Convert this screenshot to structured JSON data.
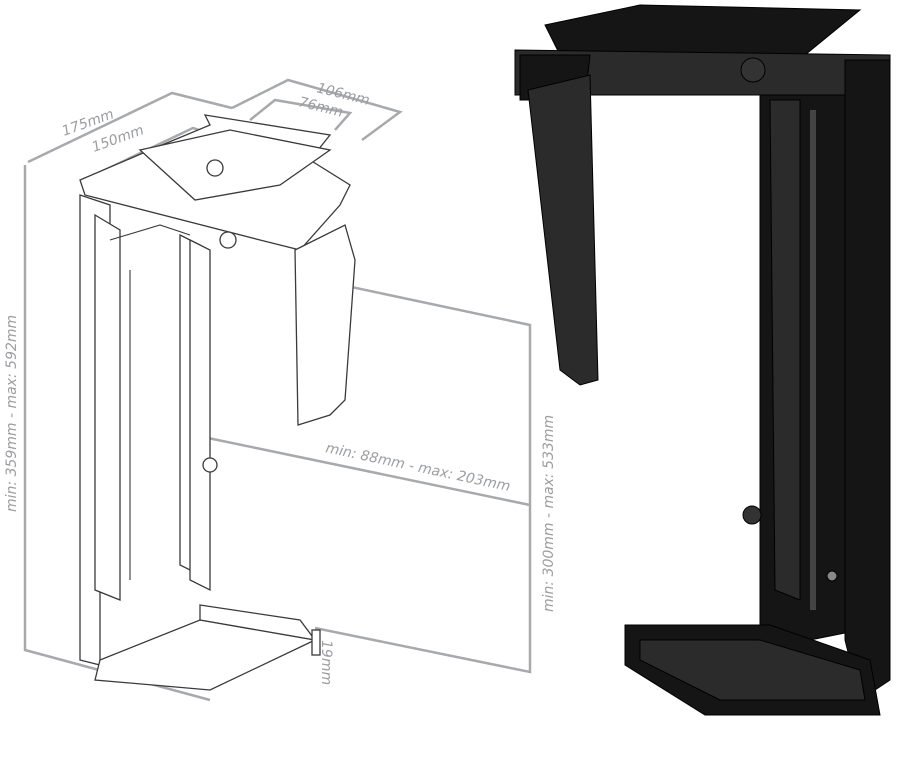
{
  "dimensions": {
    "top_outer_width": "106mm",
    "top_inner_width": "76mm",
    "top_outer_depth": "175mm",
    "top_inner_depth": "150mm",
    "total_height": "min: 359mm - max: 592mm",
    "inner_width": "min: 88mm - max: 203mm",
    "inner_height": "min: 300mm - max: 533mm",
    "base_lip": "19mm"
  }
}
